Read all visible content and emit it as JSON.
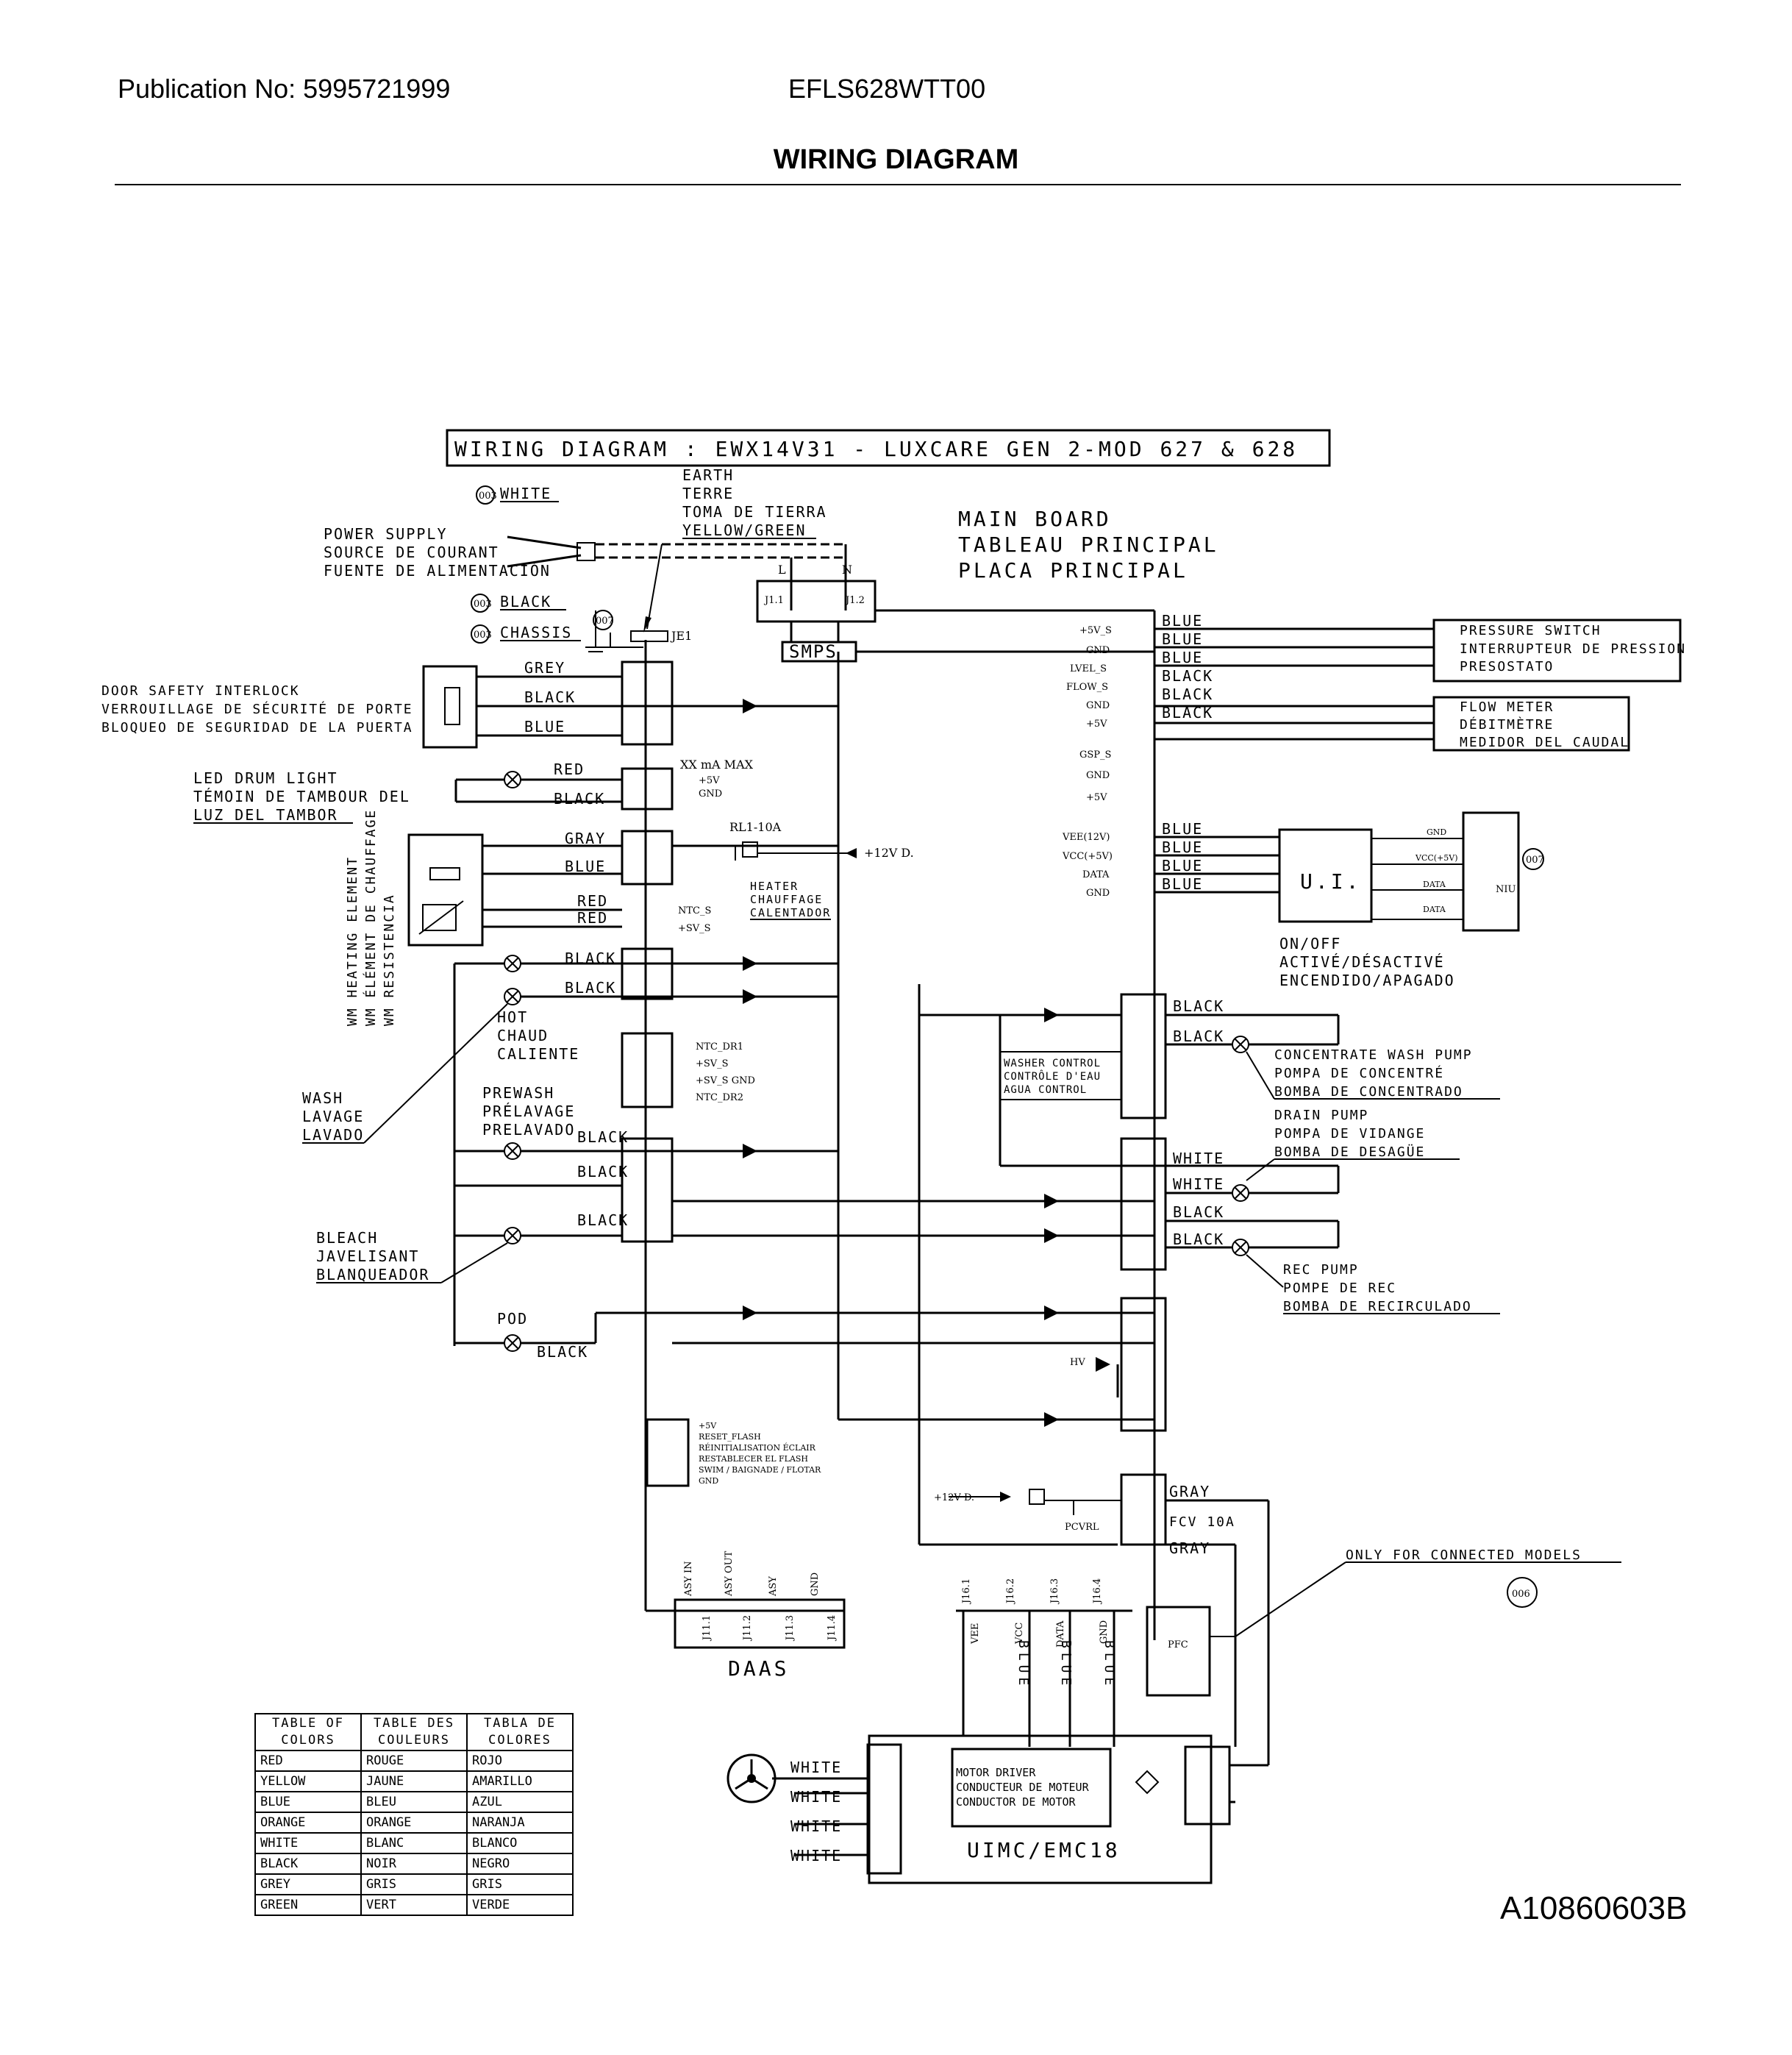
{
  "header": {
    "publication": "Publication No: 5995721999",
    "model": "EFLS628WTT00",
    "title": "WIRING DIAGRAM",
    "doc_id": "A10860603B"
  },
  "diagram": {
    "banner": "WIRING DIAGRAM : EWX14V31 - LUXCARE GEN 2-MOD 627 & 628",
    "earth": [
      "EARTH",
      "TERRE",
      "TOMA DE TIERRA",
      "YELLOW/GREEN"
    ],
    "main_board": [
      "MAIN BOARD",
      "TABLEAU PRINCIPAL",
      "PLACA PRINCIPAL"
    ],
    "power_supply": [
      "POWER SUPPLY",
      "SOURCE DE COURANT",
      "FUENTE DE ALIMENTACIÓN"
    ],
    "badges": {
      "b003": "003",
      "b007": "007",
      "b006": "006"
    },
    "wire_white": "WHITE",
    "wire_black": "BLACK",
    "wire_chassis": "CHASSIS",
    "door_interlock": [
      "DOOR SAFETY INTERLOCK",
      "VERROUILLAGE DE SÉCURITÉ DE PORTE",
      "BLOQUEO DE SEGURIDAD DE LA PUERTA"
    ],
    "led_drum": [
      "LED DRUM LIGHT",
      "TÉMOIN DE TAMBOUR DEL",
      "LUZ DEL TAMBOR"
    ],
    "heating_element": [
      "WM HEATING ELEMENT",
      "WM ÉLÉMENT DE CHAUFFAGE",
      "WM RESISTENCIA"
    ],
    "hot": [
      "HOT",
      "CHAUD",
      "CALIENTE"
    ],
    "wash": [
      "WASH",
      "LAVAGE",
      "LAVADO"
    ],
    "prewash": [
      "PREWASH",
      "PRÉLAVAGE",
      "PRELAVADO"
    ],
    "bleach": [
      "BLEACH",
      "JAVELISANT",
      "BLANQUEADOR"
    ],
    "pod": "POD",
    "heater": [
      "HEATER",
      "CHAUFFAGE",
      "CALENTADOR"
    ],
    "relay": "RL1-10A",
    "v12": "+12V D.",
    "smps": "SMPS",
    "je1": "JE1",
    "l": "L",
    "n": "N",
    "j11": "J1.1",
    "j12": "J1.2",
    "xxma": "XX mA MAX",
    "plus5v": "+5V",
    "gnd": "GND",
    "ntc_s": "NTC_S",
    "ntc_dr1": "NTC_DR1",
    "sv_s": "+SV_S",
    "sv_s_gnd": "+SV_S GND",
    "ntc_dr2": "NTC_DR2",
    "wire_grey": "GREY",
    "wire_gray": "GRAY",
    "wire_blue": "BLUE",
    "wire_red": "RED",
    "pressure_switch": [
      "PRESSURE SWITCH",
      "INTERRUPTEUR DE PRESSION",
      "PRESOSTATO"
    ],
    "flow_meter": [
      "FLOW METER",
      "DÉBITMÈTRE",
      "MEDIDOR DEL CAUDAL"
    ],
    "ui": "U.I.",
    "niu": "NIU",
    "on_off": [
      "ON/OFF",
      "ACTIVÉ/DÉSACTIVÉ",
      "ENCENDIDO/APAGADO"
    ],
    "washer_control": [
      "WASHER CONTROL",
      "CONTRÔLE D'EAU",
      "AGUA CONTROL"
    ],
    "conc_pump": [
      "CONCENTRATE WASH PUMP",
      "POMPA DE CONCENTRÉ",
      "BOMBA DE CONCENTRADO"
    ],
    "drain_pump": [
      "DRAIN PUMP",
      "POMPA DE VIDANGE",
      "BOMBA DE DESAGÜE"
    ],
    "rec_pump": [
      "REC PUMP",
      "POMPE DE REC",
      "BOMBA DE RECIRCULADO"
    ],
    "wire_white2": "WHITE",
    "hv": "HV",
    "flash": [
      "+5V",
      "RESET_FLASH",
      "RÉINITIALISATION ÉCLAIR",
      "RESTABLECER EL FLASH",
      "SWIM / BAIGNADE / FLOTAR",
      "GND"
    ],
    "fcv": "FCV 10A",
    "pcvrl": "PCVRL",
    "connected": "ONLY FOR CONNECTED MODELS",
    "pfc": "PFC",
    "daas": "DAAS",
    "daas_pins": [
      "ASY IN",
      "ASY OUT",
      "ASY",
      "GND"
    ],
    "daas_j": [
      "J11.1",
      "J11.2",
      "J11.3",
      "J11.4"
    ],
    "j16": [
      "J16.1",
      "J16.2",
      "J16.3",
      "J16.4"
    ],
    "j16_sig": [
      "VEE",
      "VCC",
      "DATA",
      "GND"
    ],
    "blue_vert": "BLUE",
    "motor_driver": [
      "MOTOR DRIVER",
      "CONDUCTEUR DE MOTEUR",
      "CONDUCTOR DE MOTOR"
    ],
    "uimc": "UIMC/EMC18",
    "ui_sigs": {
      "vee": "VEE(12V)",
      "vcc": "VCC(+5V)",
      "data": "DATA",
      "gnd": "GND",
      "vcc2": "VCC(+5V)"
    },
    "j12_sigs": [
      "+5V_S",
      "GND",
      "LVEL_S",
      "FLOW_S",
      "GND",
      "+5V"
    ],
    "j17_sigs": [
      "GSP_S",
      "GND",
      "+5V"
    ]
  },
  "color_table": {
    "headers": [
      [
        "TABLE OF",
        "COLORS"
      ],
      [
        "TABLE DES",
        "COULEURS"
      ],
      [
        "TABLA DE",
        "COLORES"
      ]
    ],
    "rows": [
      [
        "RED",
        "ROUGE",
        "ROJO"
      ],
      [
        "YELLOW",
        "JAUNE",
        "AMARILLO"
      ],
      [
        "BLUE",
        "BLEU",
        "AZUL"
      ],
      [
        "ORANGE",
        "ORANGE",
        "NARANJA"
      ],
      [
        "WHITE",
        "BLANC",
        "BLANCO"
      ],
      [
        "BLACK",
        "NOIR",
        "NEGRO"
      ],
      [
        "GREY",
        "GRIS",
        "GRIS"
      ],
      [
        "GREEN",
        "VERT",
        "VERDE"
      ]
    ]
  }
}
